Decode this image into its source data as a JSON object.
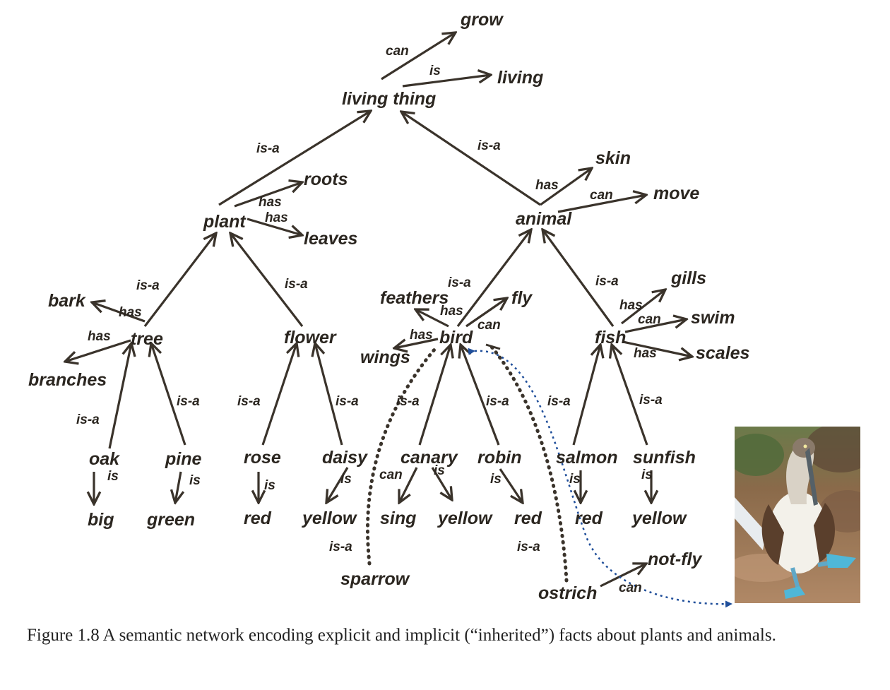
{
  "nodes": {
    "grow": "grow",
    "living": "living",
    "living_thing": "living thing",
    "roots": "roots",
    "plant": "plant",
    "leaves": "leaves",
    "skin": "skin",
    "move": "move",
    "animal": "animal",
    "bark": "bark",
    "tree": "tree",
    "branches": "branches",
    "flower": "flower",
    "feathers": "feathers",
    "fly": "fly",
    "bird": "bird",
    "wings": "wings",
    "gills": "gills",
    "fish": "fish",
    "swim": "swim",
    "scales": "scales",
    "oak": "oak",
    "pine": "pine",
    "rose": "rose",
    "daisy": "daisy",
    "canary": "canary",
    "robin": "robin",
    "salmon": "salmon",
    "sunfish": "sunfish",
    "big": "big",
    "green": "green",
    "red1": "red",
    "yellow1": "yellow",
    "sing": "sing",
    "yellow2": "yellow",
    "red2": "red",
    "red3": "red",
    "yellow3": "yellow",
    "sparrow": "sparrow",
    "ostrich": "ostrich",
    "not_fly": "not-fly"
  },
  "labels": {
    "can": "can",
    "is": "is",
    "has": "has",
    "isa": "is-a"
  },
  "caption": "Figure 1.8  A semantic network encoding explicit and implicit (“inherited”) facts about plants and animals.",
  "colors": {
    "ink": "#3a332b",
    "dotted_link": "#1f4e9a"
  },
  "photo": {
    "icon": "blue-footed-booby-photo"
  }
}
